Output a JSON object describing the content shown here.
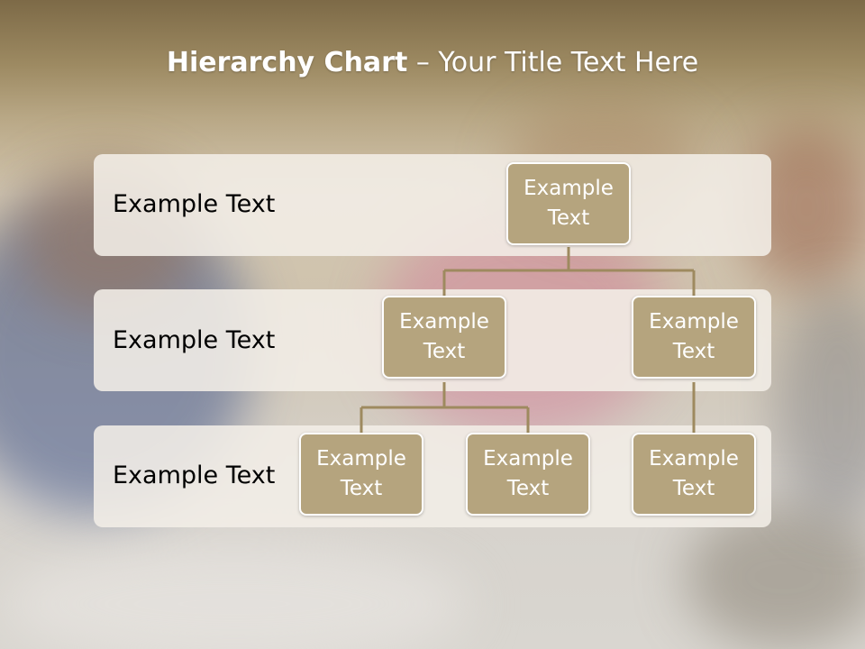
{
  "title": {
    "bold": "Hierarchy Chart",
    "rest": " – Your Title Text Here"
  },
  "levels": [
    {
      "label": "Example Text"
    },
    {
      "label": "Example Text"
    },
    {
      "label": "Example Text"
    }
  ],
  "nodes": {
    "root": "Example Text",
    "level2_left": "Example Text",
    "level2_right": "Example Text",
    "level3_a": "Example Text",
    "level3_b": "Example Text",
    "level3_c": "Example Text"
  },
  "colors": {
    "node_fill": "#b5a47e",
    "node_border": "#ffffff",
    "connector": "#9e8a5f",
    "band": "#f2eee7"
  }
}
